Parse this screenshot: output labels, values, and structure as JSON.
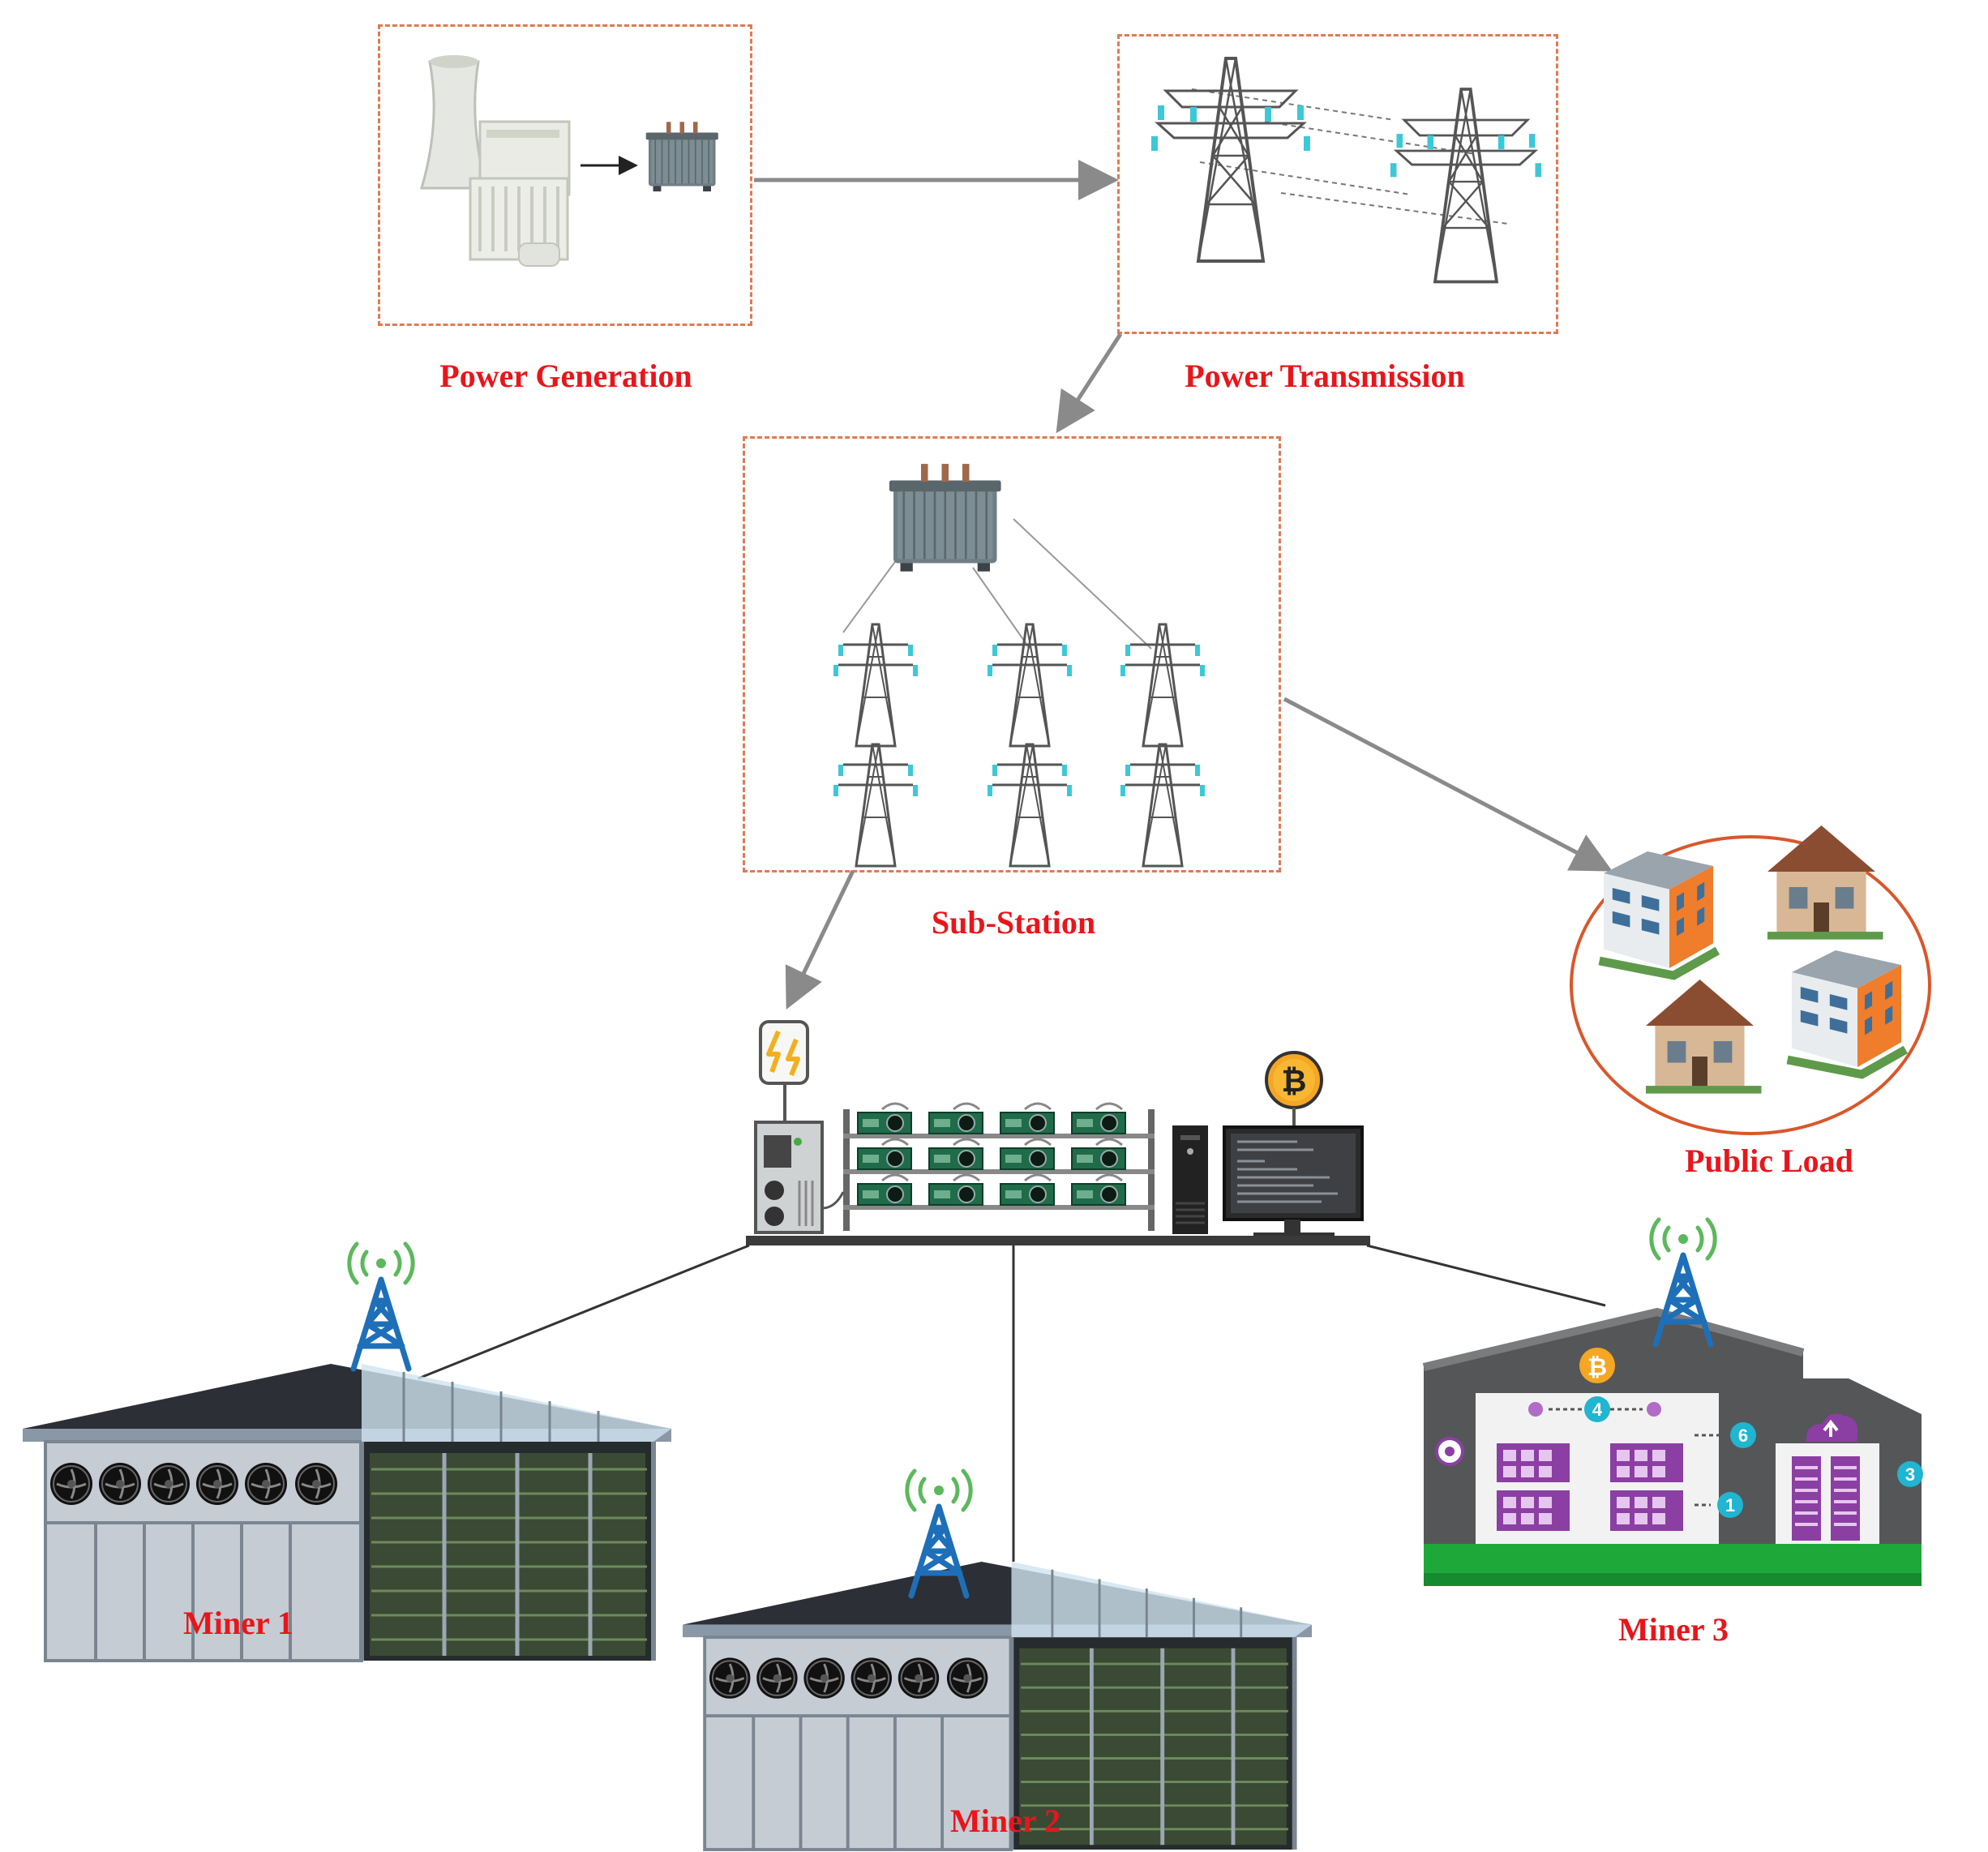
{
  "labels": {
    "power_generation": "Power Generation",
    "power_transmission": "Power Transmission",
    "sub_station": "Sub-Station",
    "public_load": "Public Load",
    "miner1": "Miner 1",
    "miner2": "Miner 2",
    "miner3": "Miner 3"
  },
  "miner3_badges": [
    "4",
    "6",
    "1",
    "3"
  ],
  "colors": {
    "label_red": "#e8161b",
    "dashed_border": "#e07a52",
    "circle_border": "#d9572b",
    "arrow_gray": "#8a8a8a",
    "pylon_insulator": "#3cc8d8",
    "tower_blue": "#1e6fb8",
    "signal_green": "#5cb85c",
    "bitcoin_orange": "#f5a623",
    "miner3_purple": "#8b3fa3",
    "miner3_grass": "#1fa83a"
  },
  "icons": [
    "power-plant-icon",
    "transformer-icon",
    "pylon-icon",
    "lightning-icon",
    "mining-rig-icon",
    "bitcoin-icon",
    "cell-tower-icon",
    "building-icon",
    "house-icon"
  ]
}
